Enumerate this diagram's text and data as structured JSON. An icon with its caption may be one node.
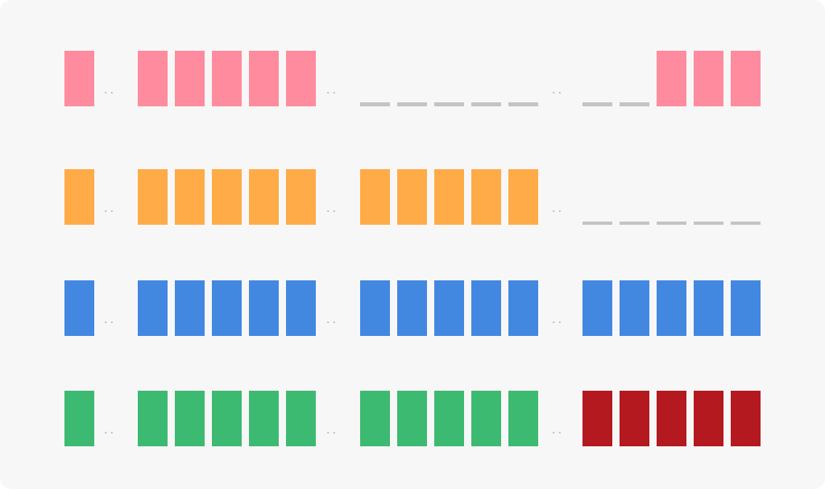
{
  "diagram": {
    "nodes": [
      {
        "text": [],
        "shape": "bar"
      },
      {
        "text": [],
        "shape": "bar"
      },
      {
        "text": [],
        "shape": "bar"
      },
      {
        "text": [],
        "shape": "bar"
      },
      {
        "text": [],
        "shape": "bar"
      },
      {
        "text": [],
        "shape": "bar"
      },
      {
        "text": [],
        "shape": "line"
      },
      {
        "text": [],
        "shape": "line"
      },
      {
        "text": [],
        "shape": "line"
      },
      {
        "text": [],
        "shape": "line"
      },
      {
        "text": [],
        "shape": "line"
      },
      {
        "text": [],
        "shape": "line"
      },
      {
        "text": [],
        "shape": "line"
      },
      {
        "text": [],
        "shape": "bar"
      },
      {
        "text": [],
        "shape": "bar"
      },
      {
        "text": [],
        "shape": "bar"
      },
      {
        "text": [],
        "shape": "bar"
      },
      {
        "text": [],
        "shape": "bar"
      },
      {
        "text": [],
        "shape": "bar"
      },
      {
        "text": [],
        "shape": "bar"
      },
      {
        "text": [],
        "shape": "bar"
      },
      {
        "text": [],
        "shape": "bar"
      },
      {
        "text": [],
        "shape": "bar"
      },
      {
        "text": [],
        "shape": "bar"
      },
      {
        "text": [],
        "shape": "bar"
      },
      {
        "text": [],
        "shape": "bar"
      },
      {
        "text": [],
        "shape": "bar"
      },
      {
        "text": [],
        "shape": "line"
      },
      {
        "text": [],
        "shape": "line"
      },
      {
        "text": [],
        "shape": "line"
      },
      {
        "text": [],
        "shape": "line"
      },
      {
        "text": [],
        "shape": "line"
      },
      {
        "text": [],
        "shape": "bar"
      },
      {
        "text": [],
        "shape": "bar"
      },
      {
        "text": [],
        "shape": "bar"
      },
      {
        "text": [],
        "shape": "bar"
      },
      {
        "text": [],
        "shape": "bar"
      },
      {
        "text": [],
        "shape": "bar"
      },
      {
        "text": [],
        "shape": "bar"
      },
      {
        "text": [],
        "shape": "bar"
      },
      {
        "text": [],
        "shape": "bar"
      },
      {
        "text": [],
        "shape": "bar"
      },
      {
        "text": [],
        "shape": "bar"
      },
      {
        "text": [],
        "shape": "bar"
      },
      {
        "text": [],
        "shape": "bar"
      },
      {
        "text": [],
        "shape": "bar"
      },
      {
        "text": [],
        "shape": "bar"
      },
      {
        "text": [],
        "shape": "bar"
      },
      {
        "text": [],
        "shape": "bar"
      },
      {
        "text": [],
        "shape": "bar"
      },
      {
        "text": [],
        "shape": "bar"
      },
      {
        "text": [],
        "shape": "bar"
      },
      {
        "text": [],
        "shape": "bar"
      },
      {
        "text": [],
        "shape": "bar"
      },
      {
        "text": [],
        "shape": "bar"
      },
      {
        "text": [],
        "shape": "bar"
      },
      {
        "text": [],
        "shape": "bar"
      },
      {
        "text": [],
        "shape": "bar"
      },
      {
        "text": [],
        "shape": "bar"
      },
      {
        "text": [],
        "shape": "bar"
      },
      {
        "text": [],
        "shape": "bar"
      },
      {
        "text": [],
        "shape": "bar"
      },
      {
        "text": [],
        "shape": "bar"
      },
      {
        "text": [],
        "shape": "bar"
      }
    ]
  }
}
